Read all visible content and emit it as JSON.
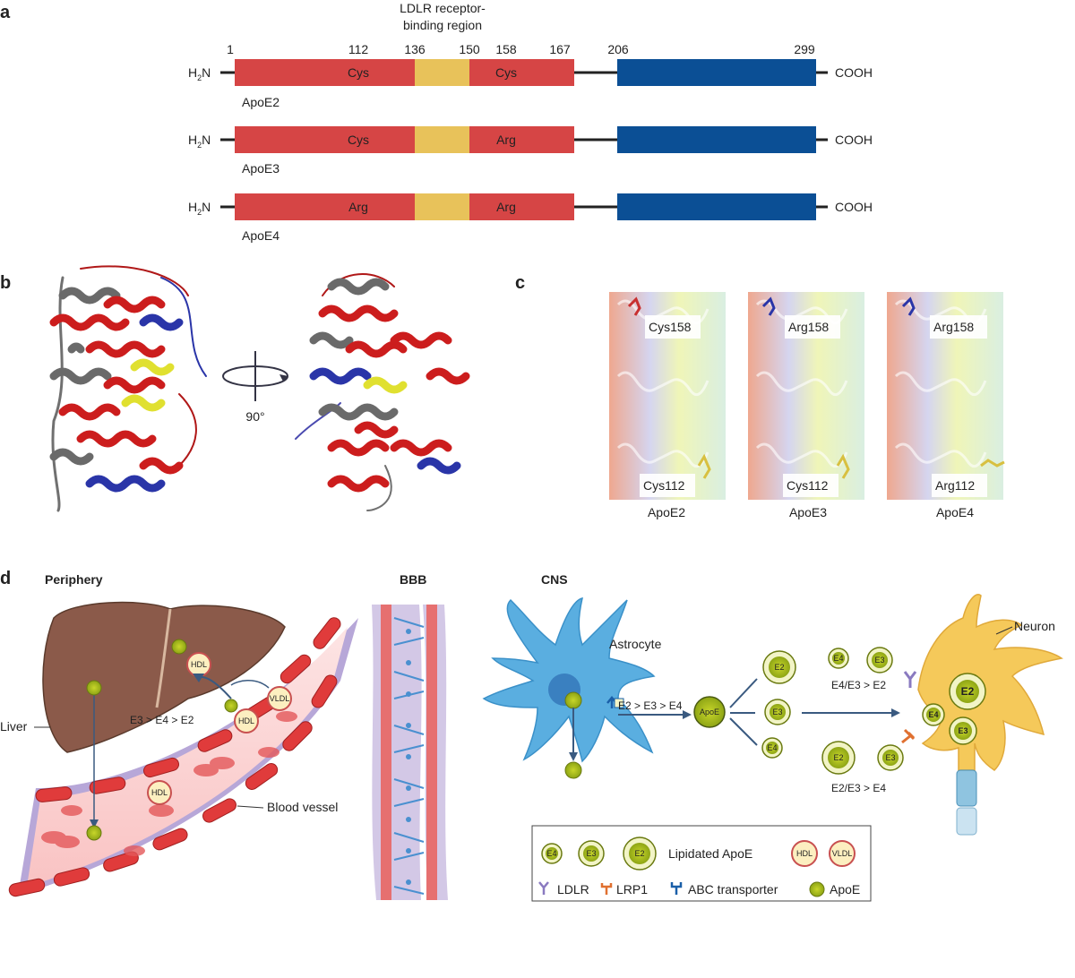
{
  "panel_letters": {
    "a": "a",
    "b": "b",
    "c": "c",
    "d": "d"
  },
  "panel_a": {
    "region_label_line1": "LDLR receptor-",
    "region_label_line2": "binding region",
    "positions": [
      "1",
      "112",
      "136",
      "150",
      "158",
      "167",
      "206",
      "299"
    ],
    "n_terminus_main": "H",
    "n_terminus_sub": "2",
    "n_terminus_end": "N",
    "c_terminus": "COOH",
    "isoforms": [
      {
        "name": "ApoE2",
        "res112": "Cys",
        "res158": "Cys"
      },
      {
        "name": "ApoE3",
        "res112": "Cys",
        "res158": "Arg"
      },
      {
        "name": "ApoE4",
        "res112": "Arg",
        "res158": "Arg"
      }
    ],
    "colors": {
      "n_domain": "#d64545",
      "binding": "#e8c25a",
      "c_domain": "#0b4f95",
      "linker": "#222222"
    }
  },
  "panel_b": {
    "rotation_label": "90°"
  },
  "panel_c": {
    "structures": [
      {
        "top": "Cys158",
        "bottom": "Cys112",
        "name": "ApoE2"
      },
      {
        "top": "Arg158",
        "bottom": "Cys112",
        "name": "ApoE3"
      },
      {
        "top": "Arg158",
        "bottom": "Arg112",
        "name": "ApoE4"
      }
    ]
  },
  "panel_d": {
    "periphery": "Periphery",
    "bbb": "BBB",
    "cns": "CNS",
    "liver": "Liver",
    "blood_vessel": "Blood vessel",
    "astrocyte": "Astrocyte",
    "neuron": "Neuron",
    "hdl": "HDL",
    "vldl": "VLDL",
    "apoe_short": "ApoE",
    "e2": "E2",
    "e3": "E3",
    "e4": "E4",
    "order_periphery": "E3 > E4 > E2",
    "order_secretion": "E2 > E3 > E4",
    "order_ldlr": "E4/E3 > E2",
    "order_lrp1": "E2/E3 > E4",
    "legend": {
      "lipidated": "Lipidated ApoE",
      "ldlr": "LDLR",
      "lrp1": "LRP1",
      "abc": "ABC transporter",
      "apoe": "ApoE"
    }
  }
}
